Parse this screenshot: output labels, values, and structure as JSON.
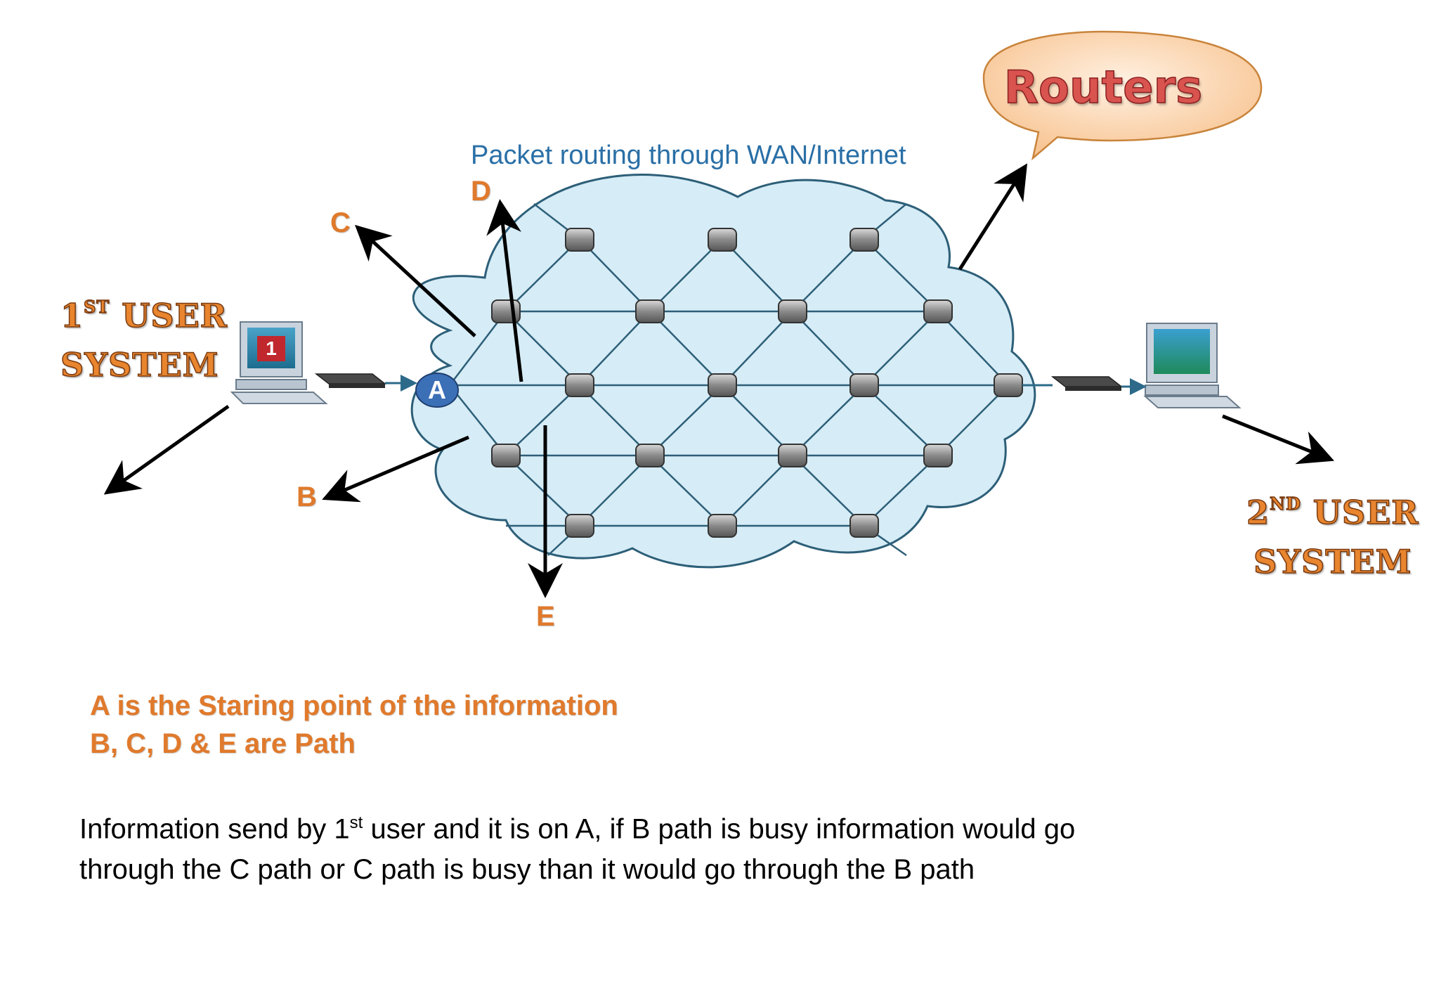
{
  "cloud": {
    "title": "Packet routing through WAN/Internet"
  },
  "callout": {
    "label": "Routers"
  },
  "user1": {
    "number": "1",
    "superscript": "ST",
    "line1": "USER",
    "line2": "SYSTEM",
    "screen_number": "1"
  },
  "user2": {
    "number": "2",
    "superscript": "ND",
    "line1": "USER",
    "line2": "SYSTEM"
  },
  "start_node": {
    "label": "A"
  },
  "paths": {
    "b": "B",
    "c": "C",
    "d": "D",
    "e": "E"
  },
  "captions": {
    "line1": "A is the Staring point of the information",
    "line2": "B, C, D & E are Path"
  },
  "description": {
    "part1": "Information send by 1",
    "sup": "st",
    "part2": " user and it is on A, if B path is busy information would go",
    "line2": "through the C path or C path is busy than it would go through the B path"
  },
  "colors": {
    "accent_orange": "#e07a2c",
    "cloud_fill": "#d6ecf6",
    "cloud_stroke": "#2d5f78",
    "node_blue": "#3b6fb6",
    "routers_text": "#d9534f",
    "title_blue": "#2a6fa6"
  }
}
